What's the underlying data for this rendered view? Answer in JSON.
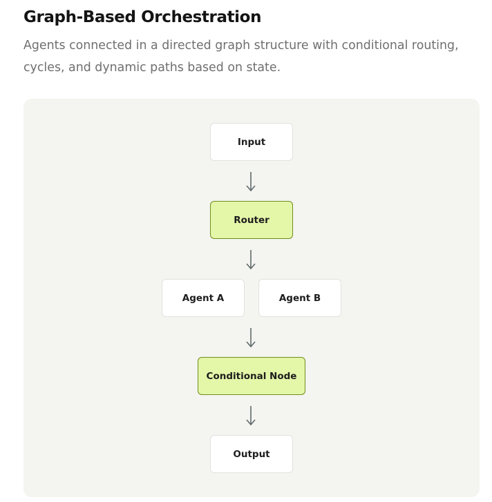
{
  "header": {
    "title": "Graph-Based Orchestration",
    "description": "Agents connected in a directed graph structure with conditional routing, cycles, and dynamic paths based on state."
  },
  "diagram": {
    "nodes": {
      "input": "Input",
      "router": "Router",
      "agent_a": "Agent A",
      "agent_b": "Agent B",
      "conditional": "Conditional Node",
      "output": "Output"
    },
    "arrow_glyph": "↓",
    "colors": {
      "canvas": "#f4f4f0",
      "plain_node": "#ffffff",
      "accent_node": "#e4f6a8",
      "accent_border": "#6e8e1a",
      "arrow": "#5f6b6b"
    }
  }
}
